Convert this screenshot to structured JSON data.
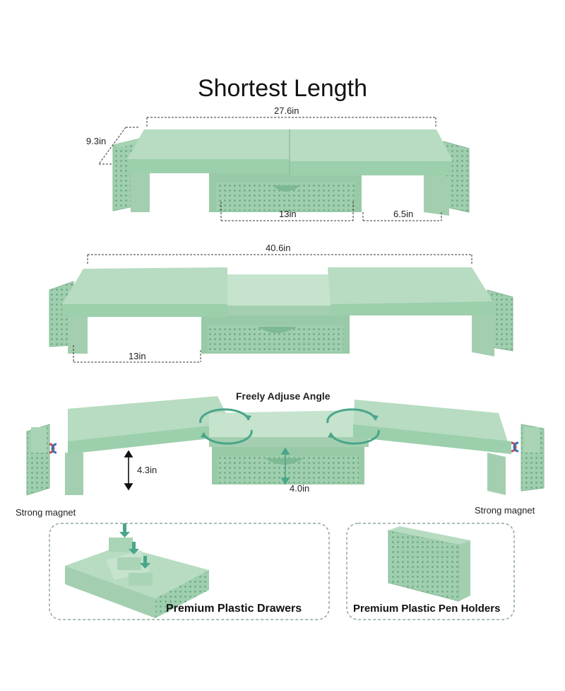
{
  "title": "Shortest Length",
  "colors": {
    "stand_top": "#b7dcc1",
    "stand_front": "#8fc3a2",
    "stand_side": "#a3cfb0",
    "arrow": "#4aa58a",
    "panel_border": "#8fa89a",
    "background": "#ffffff"
  },
  "shortest": {
    "total_length": "27.6in",
    "depth": "9.3in",
    "drawer_width": "13in",
    "side_width": "6.5in"
  },
  "longest": {
    "total_length": "40.6in",
    "side_width": "13in"
  },
  "angle": {
    "heading": "Freely Adjuse Angle",
    "leg_height": "4.3in",
    "drawer_height": "4.0in",
    "magnet_left": "Strong magnet",
    "magnet_right": "Strong magnet"
  },
  "panels": {
    "drawers_label": "Premium Plastic Drawers",
    "pen_holders_label": "Premium Plastic Pen Holders"
  },
  "icons": [
    "rotate-arrows-icon",
    "magnet-icon",
    "vertical-arrow-icon",
    "drawer-insert-arrow-icon"
  ]
}
